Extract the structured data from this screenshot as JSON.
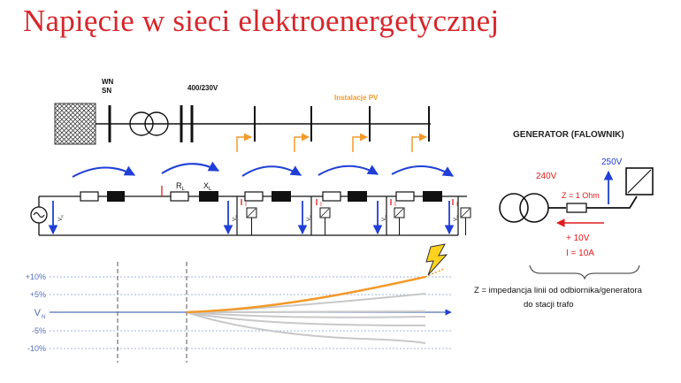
{
  "title": "Napięcie w sieci elektroenergetycznej",
  "grid": {
    "labels": {
      "wn": "WN",
      "sn": "SN",
      "lv": "400/230V",
      "pv": "Instalacje PV"
    }
  },
  "circuit": {
    "labels": {
      "r": "R",
      "r_sub": "L",
      "x": "X",
      "x_sub": "L",
      "v": "V",
      "v_sub": "N",
      "i": "I"
    }
  },
  "generator_panel": {
    "title": "GENERATOR (FALOWNIK)",
    "v_source": "240V",
    "v_gen": "250V",
    "impedance": "Z = 1 Ohm",
    "delta_v": "+ 10V",
    "current": "I = 10A",
    "caption_line1": "Z = impedancja linii od odbiornika/generatora",
    "caption_line2": "do stacji trafo"
  },
  "voltage_chart": {
    "y_labels": [
      "+10%",
      "+5%",
      "V",
      "-5%",
      "-10%"
    ],
    "vn_sub": "N"
  },
  "colors": {
    "title": "#d7262b",
    "arrow_blue": "#1f3fd6",
    "pv_orange": "#f39a2b",
    "red": "#e01c1c",
    "axis_label_blue": "#4f6fb8",
    "grey_curve": "#c8c8c8"
  },
  "icons": [
    "bolt-icon",
    "transformer-icon",
    "ac-source-icon",
    "inverter-icon",
    "earth-grid-icon"
  ]
}
